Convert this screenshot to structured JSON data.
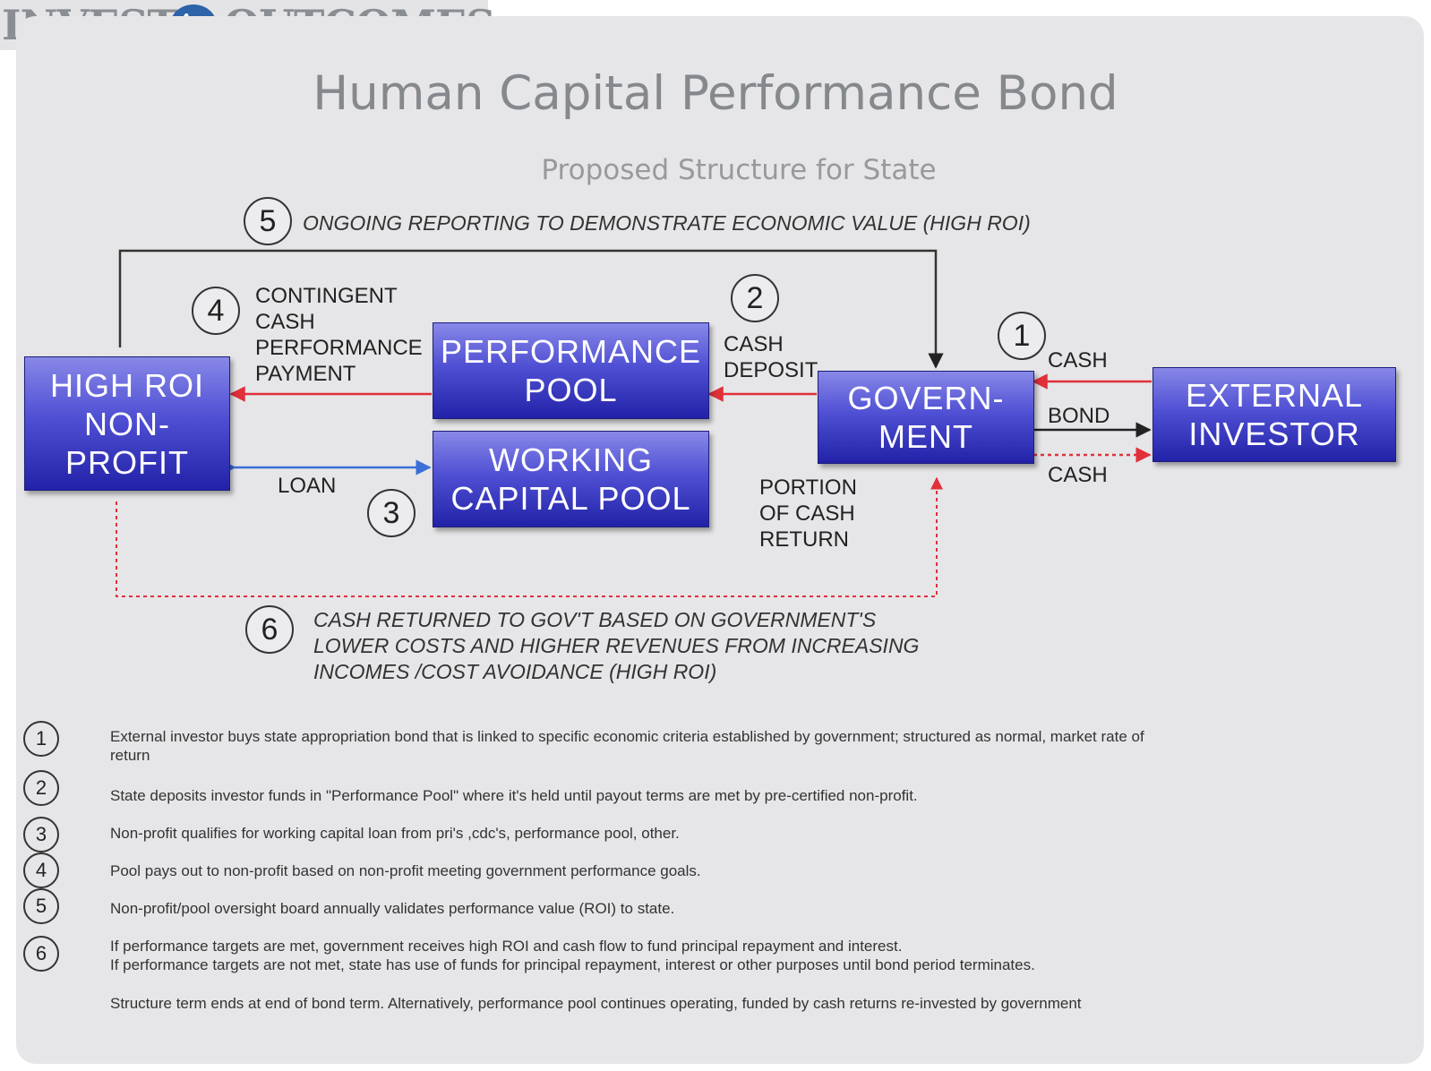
{
  "logo": {
    "word1": "INVEST",
    "word_in": "in",
    "word2": "OUTCOMES"
  },
  "title": "Human Capital Performance Bond",
  "subtitle": "Proposed Structure for State",
  "boxes": {
    "nonprofit": "HIGH ROI\nNON-\nPROFIT",
    "performance_pool": "PERFORMANCE\nPOOL",
    "working_capital_pool": "WORKING\nCAPITAL POOL",
    "government": "GOVERN-\nMENT",
    "external_investor": "EXTERNAL\nINVESTOR"
  },
  "step_labels": {
    "s1": "1",
    "s2": "2",
    "s3": "3",
    "s4": "4",
    "s5": "5",
    "s6": "6"
  },
  "flow_labels": {
    "ongoing_reporting": "ONGOING REPORTING TO DEMONSTRATE ECONOMIC VALUE (HIGH ROI)",
    "contingent_payment": "CONTINGENT\nCASH\nPERFORMANCE\nPAYMENT",
    "cash_deposit": "CASH\nDEPOSIT",
    "cash_in": "CASH",
    "bond": "BOND",
    "cash_out": "CASH",
    "loan": "LOAN",
    "portion_return": "PORTION\nOF CASH\nRETURN",
    "cash_returned": "CASH RETURNED  TO GOV'T BASED ON GOVERNMENT'S\nLOWER COSTS AND HIGHER REVENUES FROM INCREASING\nINCOMES /COST AVOIDANCE (HIGH ROI)"
  },
  "notes": [
    {
      "num": "1",
      "text": "External investor buys state  appropriation bond that is linked to specific economic criteria established by government; structured as normal, market rate of\n         return"
    },
    {
      "num": "2",
      "text": "State deposits investor funds in \"Performance Pool\" where it's held until payout terms are met by pre-certified non-profit."
    },
    {
      "num": "3",
      "text": "Non-profit qualifies for working capital loan from pri's ,cdc's, performance pool, other."
    },
    {
      "num": "4",
      "text": "Pool pays out to non-profit based on non-profit meeting government performance goals."
    },
    {
      "num": "5",
      "text": "Non-profit/pool oversight board annually validates performance value (ROI) to state."
    },
    {
      "num": "6",
      "text": "If performance targets are met, government receives high ROI and cash flow to fund principal repayment and interest.\nIf performance targets are not met, state has use of funds for principal repayment, interest or other purposes until bond period terminates."
    }
  ],
  "footer_note": "Structure term ends at end of bond term. Alternatively, performance pool continues operating, funded by cash returns re-invested by government",
  "colors": {
    "box_top": "#8888e8",
    "box_bottom": "#2222a8",
    "red_arrow": "#e0303a",
    "blue_arrow": "#3a6fd8",
    "black_line": "#333333"
  }
}
